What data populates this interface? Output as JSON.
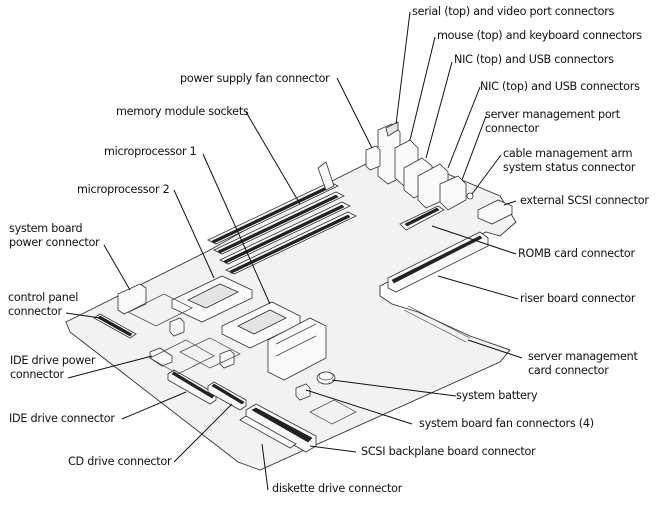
{
  "figure": {
    "subject": "system board",
    "labels": {
      "serial_video": "serial (top) and video port connectors",
      "mouse_keyboard": "mouse (top) and keyboard connectors",
      "nic_usb_1": "NIC (top) and USB connectors",
      "nic_usb_2": "NIC (top) and USB connectors",
      "server_mgmt_port": "server management port\nconnector",
      "power_supply_fan": "power supply fan connector",
      "cable_mgmt_arm": "cable management arm\nsystem status connector",
      "memory_sockets": "memory module sockets",
      "external_scsi": "external SCSI connector",
      "microprocessor_1": "microprocessor 1",
      "microprocessor_2": "microprocessor 2",
      "romb_card": "ROMB card connector",
      "system_board_power": "system board\npower connector",
      "riser_board": "riser board connector",
      "control_panel": "control panel\nconnector",
      "server_mgmt_card": "server management\ncard connector",
      "ide_drive_power": "IDE drive power\nconnector",
      "system_battery": "system battery",
      "system_board_fan": "system board fan connectors (4)",
      "ide_drive": "IDE drive connector",
      "scsi_backplane": "SCSI backplane board connector",
      "cd_drive": "CD drive connector",
      "diskette_drive": "diskette drive connector"
    }
  }
}
